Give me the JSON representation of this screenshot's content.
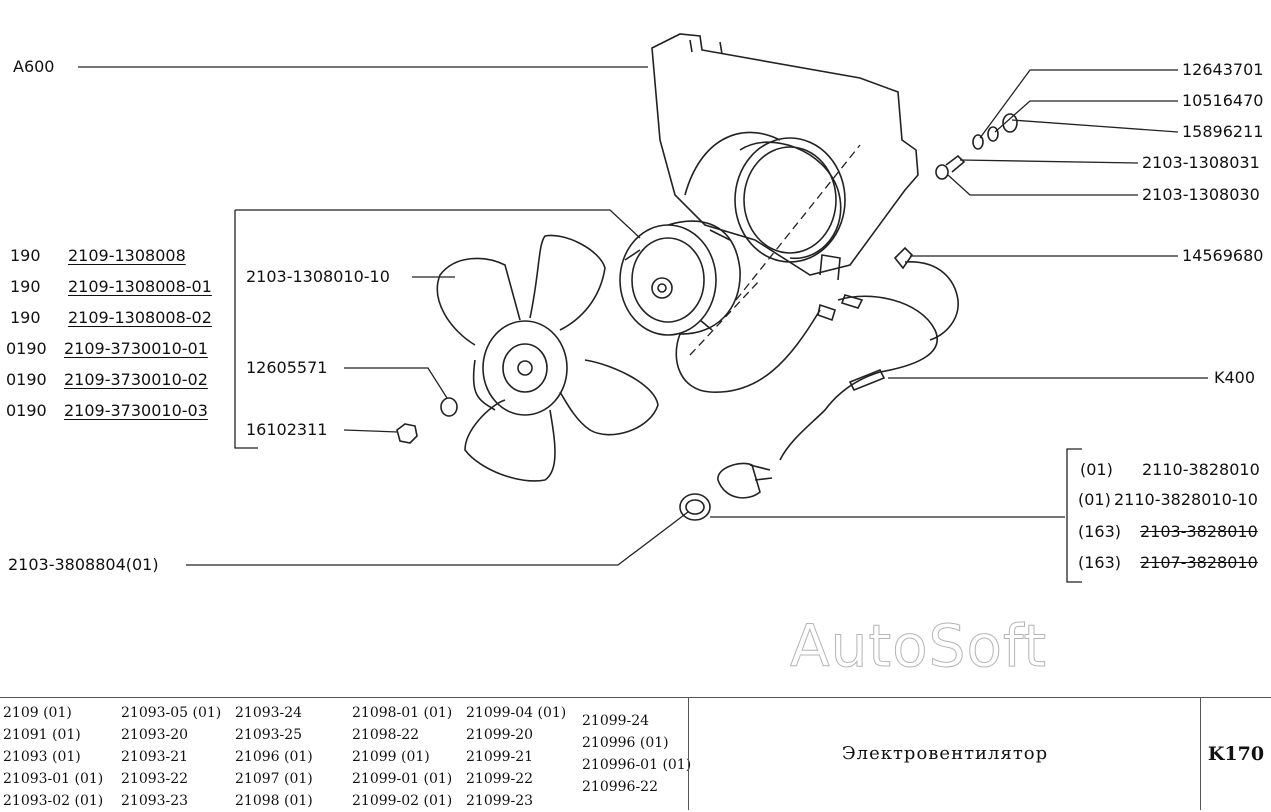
{
  "diagram": {
    "callouts": {
      "a600": "A600",
      "p12643701": "12643701",
      "p10516470": "10516470",
      "p15896211": "15896211",
      "p2103_1308031": "2103-1308031",
      "p2103_1308030": "2103-1308030",
      "p14569680": "14569680",
      "k400": "K400",
      "motor": "2103-1308010-10",
      "p12605571": "12605571",
      "p16102311": "16102311",
      "seal": "2103-3808804(01)"
    },
    "fan_group": [
      {
        "qty": "190",
        "part": "2109-1308008"
      },
      {
        "qty": "190",
        "part": "2109-1308008-01"
      },
      {
        "qty": "190",
        "part": "2109-1308008-02"
      },
      {
        "qty": "0190",
        "part": "2109-3730010-01"
      },
      {
        "qty": "0190",
        "part": "2109-3730010-02"
      },
      {
        "qty": "0190",
        "part": "2109-3730010-03"
      }
    ],
    "switch_group": [
      {
        "code": "(01)",
        "part": "2110-3828010"
      },
      {
        "code": "(01)",
        "part": "2110-3828010-10"
      },
      {
        "code": "(163)",
        "part": "2103-3828010"
      },
      {
        "code": "(163)",
        "part": "2107-3828010"
      }
    ],
    "watermark": "AutoSoft"
  },
  "footer": {
    "models": [
      [
        "2109 (01)",
        "21091 (01)",
        "21093 (01)",
        "21093-01 (01)",
        "21093-02 (01)"
      ],
      [
        "21093-05 (01)",
        "21093-20",
        "21093-21",
        "21093-22",
        "21093-23"
      ],
      [
        "21093-24",
        "21093-25",
        "21096 (01)",
        "21097 (01)",
        "21098 (01)"
      ],
      [
        "21098-01 (01)",
        "21098-22",
        "21099 (01)",
        "21099-01 (01)",
        "21099-02 (01)"
      ],
      [
        "21099-04 (01)",
        "21099-20",
        "21099-21",
        "21099-22",
        "21099-23"
      ],
      [
        "21099-24",
        "210996 (01)",
        "210996-01 (01)",
        "210996-22"
      ]
    ],
    "title": "Электровентилятор",
    "sheet": "K170"
  }
}
